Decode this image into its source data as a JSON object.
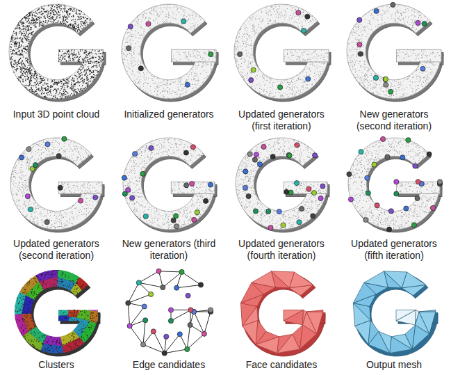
{
  "diagram": {
    "labels": [
      "Input 3D point cloud",
      "Initialized generators",
      "Updated generators (first iteration)",
      "New generators (second iteration)",
      "Updated generators (second iteration)",
      "New generators (third iteration)",
      "Updated generators (fourth iteration)",
      "Updated generators (fifth iteration)",
      "Clusters",
      "Edge candidates",
      "Face candidates",
      "Output mesh"
    ]
  }
}
